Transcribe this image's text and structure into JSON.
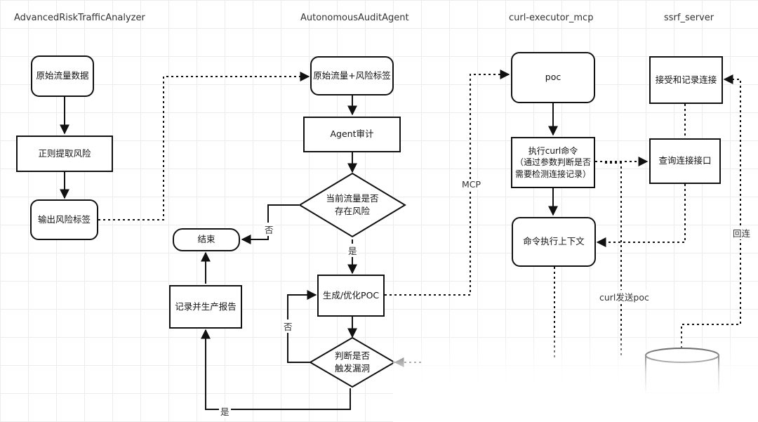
{
  "lanes": {
    "analyzer": "AdvancedRiskTrafficAnalyzer",
    "audit_agent": "AutonomousAuditAgent",
    "curl_executor": "curl-executor_mcp",
    "ssrf_server": "ssrf_server"
  },
  "nodes": {
    "raw_traffic": "原始流量数据",
    "regex_extract": "正则提取风险",
    "output_tags": "输出风险标签",
    "traffic_tags": "原始流量+风险标签",
    "agent_audit": "Agent审计",
    "is_risky": "当前流量是否\n存在风险",
    "end": "结束",
    "gen_poc": "生成/优化POC",
    "report": "记录并生产报告",
    "triggered": "判断是否\n触发漏洞",
    "poc": "poc",
    "exec_curl": "执行curl命令\n（通过参数判断是否\n需要检测连接记录）",
    "cmd_context": "命令执行上下文",
    "accept_conn": "接受和记录连接",
    "query_conn": "查询连接接口"
  },
  "edge_labels": {
    "no_1": "否",
    "yes_1": "是",
    "no_2": "否",
    "yes_2": "是",
    "mcp": "MCP",
    "curl_send": "curl发送poc",
    "callback": "回连"
  }
}
